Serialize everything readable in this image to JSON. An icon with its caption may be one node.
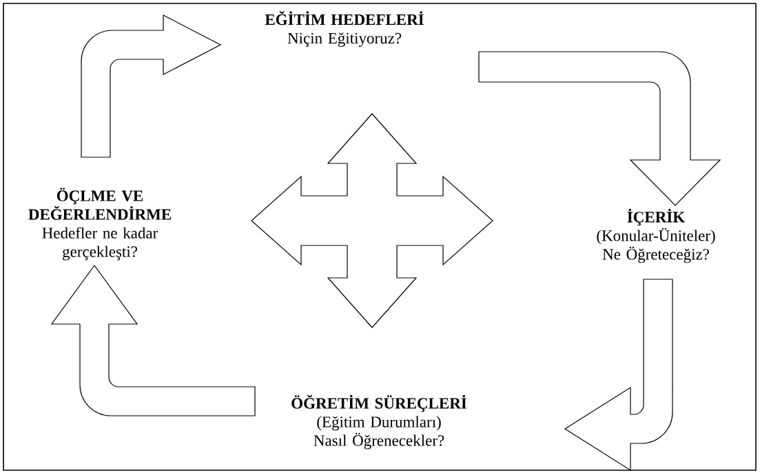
{
  "diagram": {
    "nodes": [
      {
        "text": [
          "EĞİTİM HEDEFLERİ",
          "Niçin Eğitiyoruz?"
        ]
      },
      {
        "text": [
          "İÇERİK",
          "(Konular-Üniteler)",
          "Ne Öğreteceğiz?"
        ]
      },
      {
        "text": [
          "ÖĞRETİM SÜREÇLERİ",
          "(Eğitim Durumları)",
          "Nasıl Öğrenecekler?"
        ]
      },
      {
        "text": [
          "ÖÇLME VE DEĞERLENDİRME",
          "Hedefler ne kadar gerçekleşti?"
        ]
      },
      {
        "text": [],
        "shape": "cross"
      }
    ],
    "edges": [
      {
        "from": 3,
        "to": 0,
        "arrow": "to"
      },
      {
        "from": 0,
        "to": 1,
        "arrow": "to"
      },
      {
        "from": 1,
        "to": 2,
        "arrow": "to"
      },
      {
        "from": 2,
        "to": 3,
        "arrow": "to"
      }
    ]
  }
}
